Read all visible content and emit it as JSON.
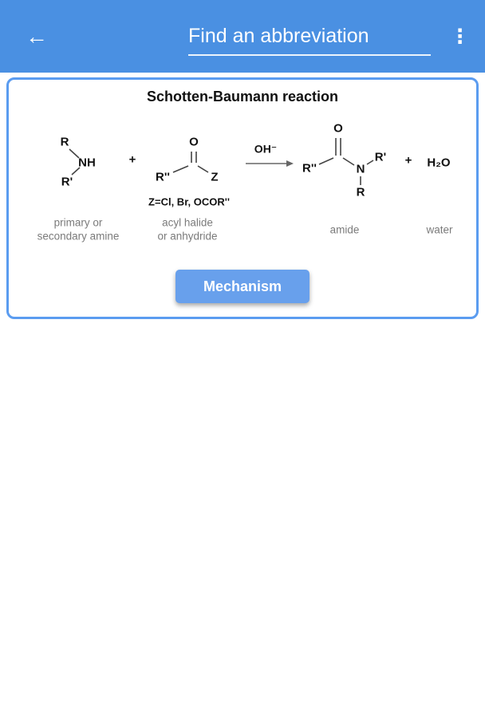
{
  "header": {
    "back_icon": "←",
    "title": "Find an abbreviation",
    "menu_icon": "⋮"
  },
  "colors": {
    "header_bg": "#4a90e2",
    "card_border": "#5b9cf0",
    "button_bg": "#68a0ec"
  },
  "card": {
    "title": "Schotten-Baumann reaction",
    "button_label": "Mechanism",
    "reaction": {
      "amine_r": "R",
      "amine_nh": "NH",
      "amine_rp": "R'",
      "plus1": "+",
      "acyl_r": "R''",
      "acyl_o": "O",
      "acyl_z": "Z",
      "acyl_note": "Z=Cl, Br, OCOR''",
      "arrow_reagent": "OH⁻",
      "amide_o": "O",
      "amide_r2": "R''",
      "amide_n": "N",
      "amide_rp": "R'",
      "amide_r": "R",
      "plus2": "+",
      "water_formula": "H₂O",
      "labels": {
        "amine_1": "primary or",
        "amine_2": "secondary amine",
        "acyl_1": "acyl halide",
        "acyl_2": "or anhydride",
        "amide": "amide",
        "water": "water"
      }
    }
  }
}
